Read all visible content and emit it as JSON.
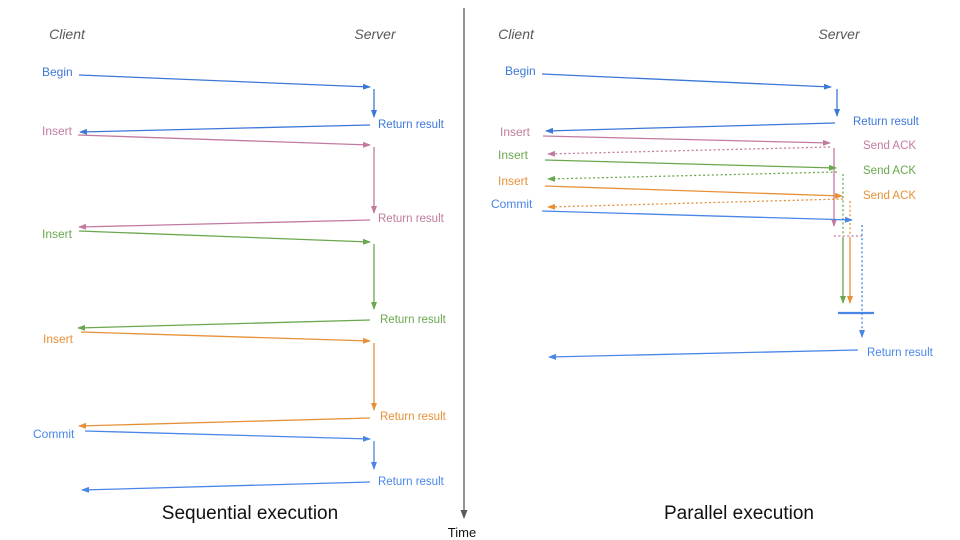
{
  "colors": {
    "begin_blue": "#3c78d8",
    "commit_blue": "#4a86e8",
    "insert_pink": "#c27ba0",
    "insert_green": "#6aa84f",
    "insert_orange": "#e69138",
    "lifeline_header_gray": "#595959",
    "time_axis_gray": "#595959"
  },
  "time_axis": {
    "label": "Time"
  },
  "sequential": {
    "caption": "Sequential execution",
    "client_header": "Client",
    "server_header": "Server",
    "messages": [
      {
        "request": "Begin",
        "response": "Return result"
      },
      {
        "request": "Insert",
        "response": "Return result"
      },
      {
        "request": "Insert",
        "response": "Return result"
      },
      {
        "request": "Insert",
        "response": "Return result"
      },
      {
        "request": "Commit",
        "response": "Return result"
      }
    ]
  },
  "parallel": {
    "caption": "Parallel execution",
    "client_header": "Client",
    "server_header": "Server",
    "messages": [
      {
        "request": "Begin",
        "response": "Return result"
      },
      {
        "request": "Insert",
        "response": "Send ACK"
      },
      {
        "request": "Insert",
        "response": "Send ACK"
      },
      {
        "request": "Insert",
        "response": "Send ACK"
      },
      {
        "request": "Commit",
        "response": "Return result"
      }
    ]
  }
}
